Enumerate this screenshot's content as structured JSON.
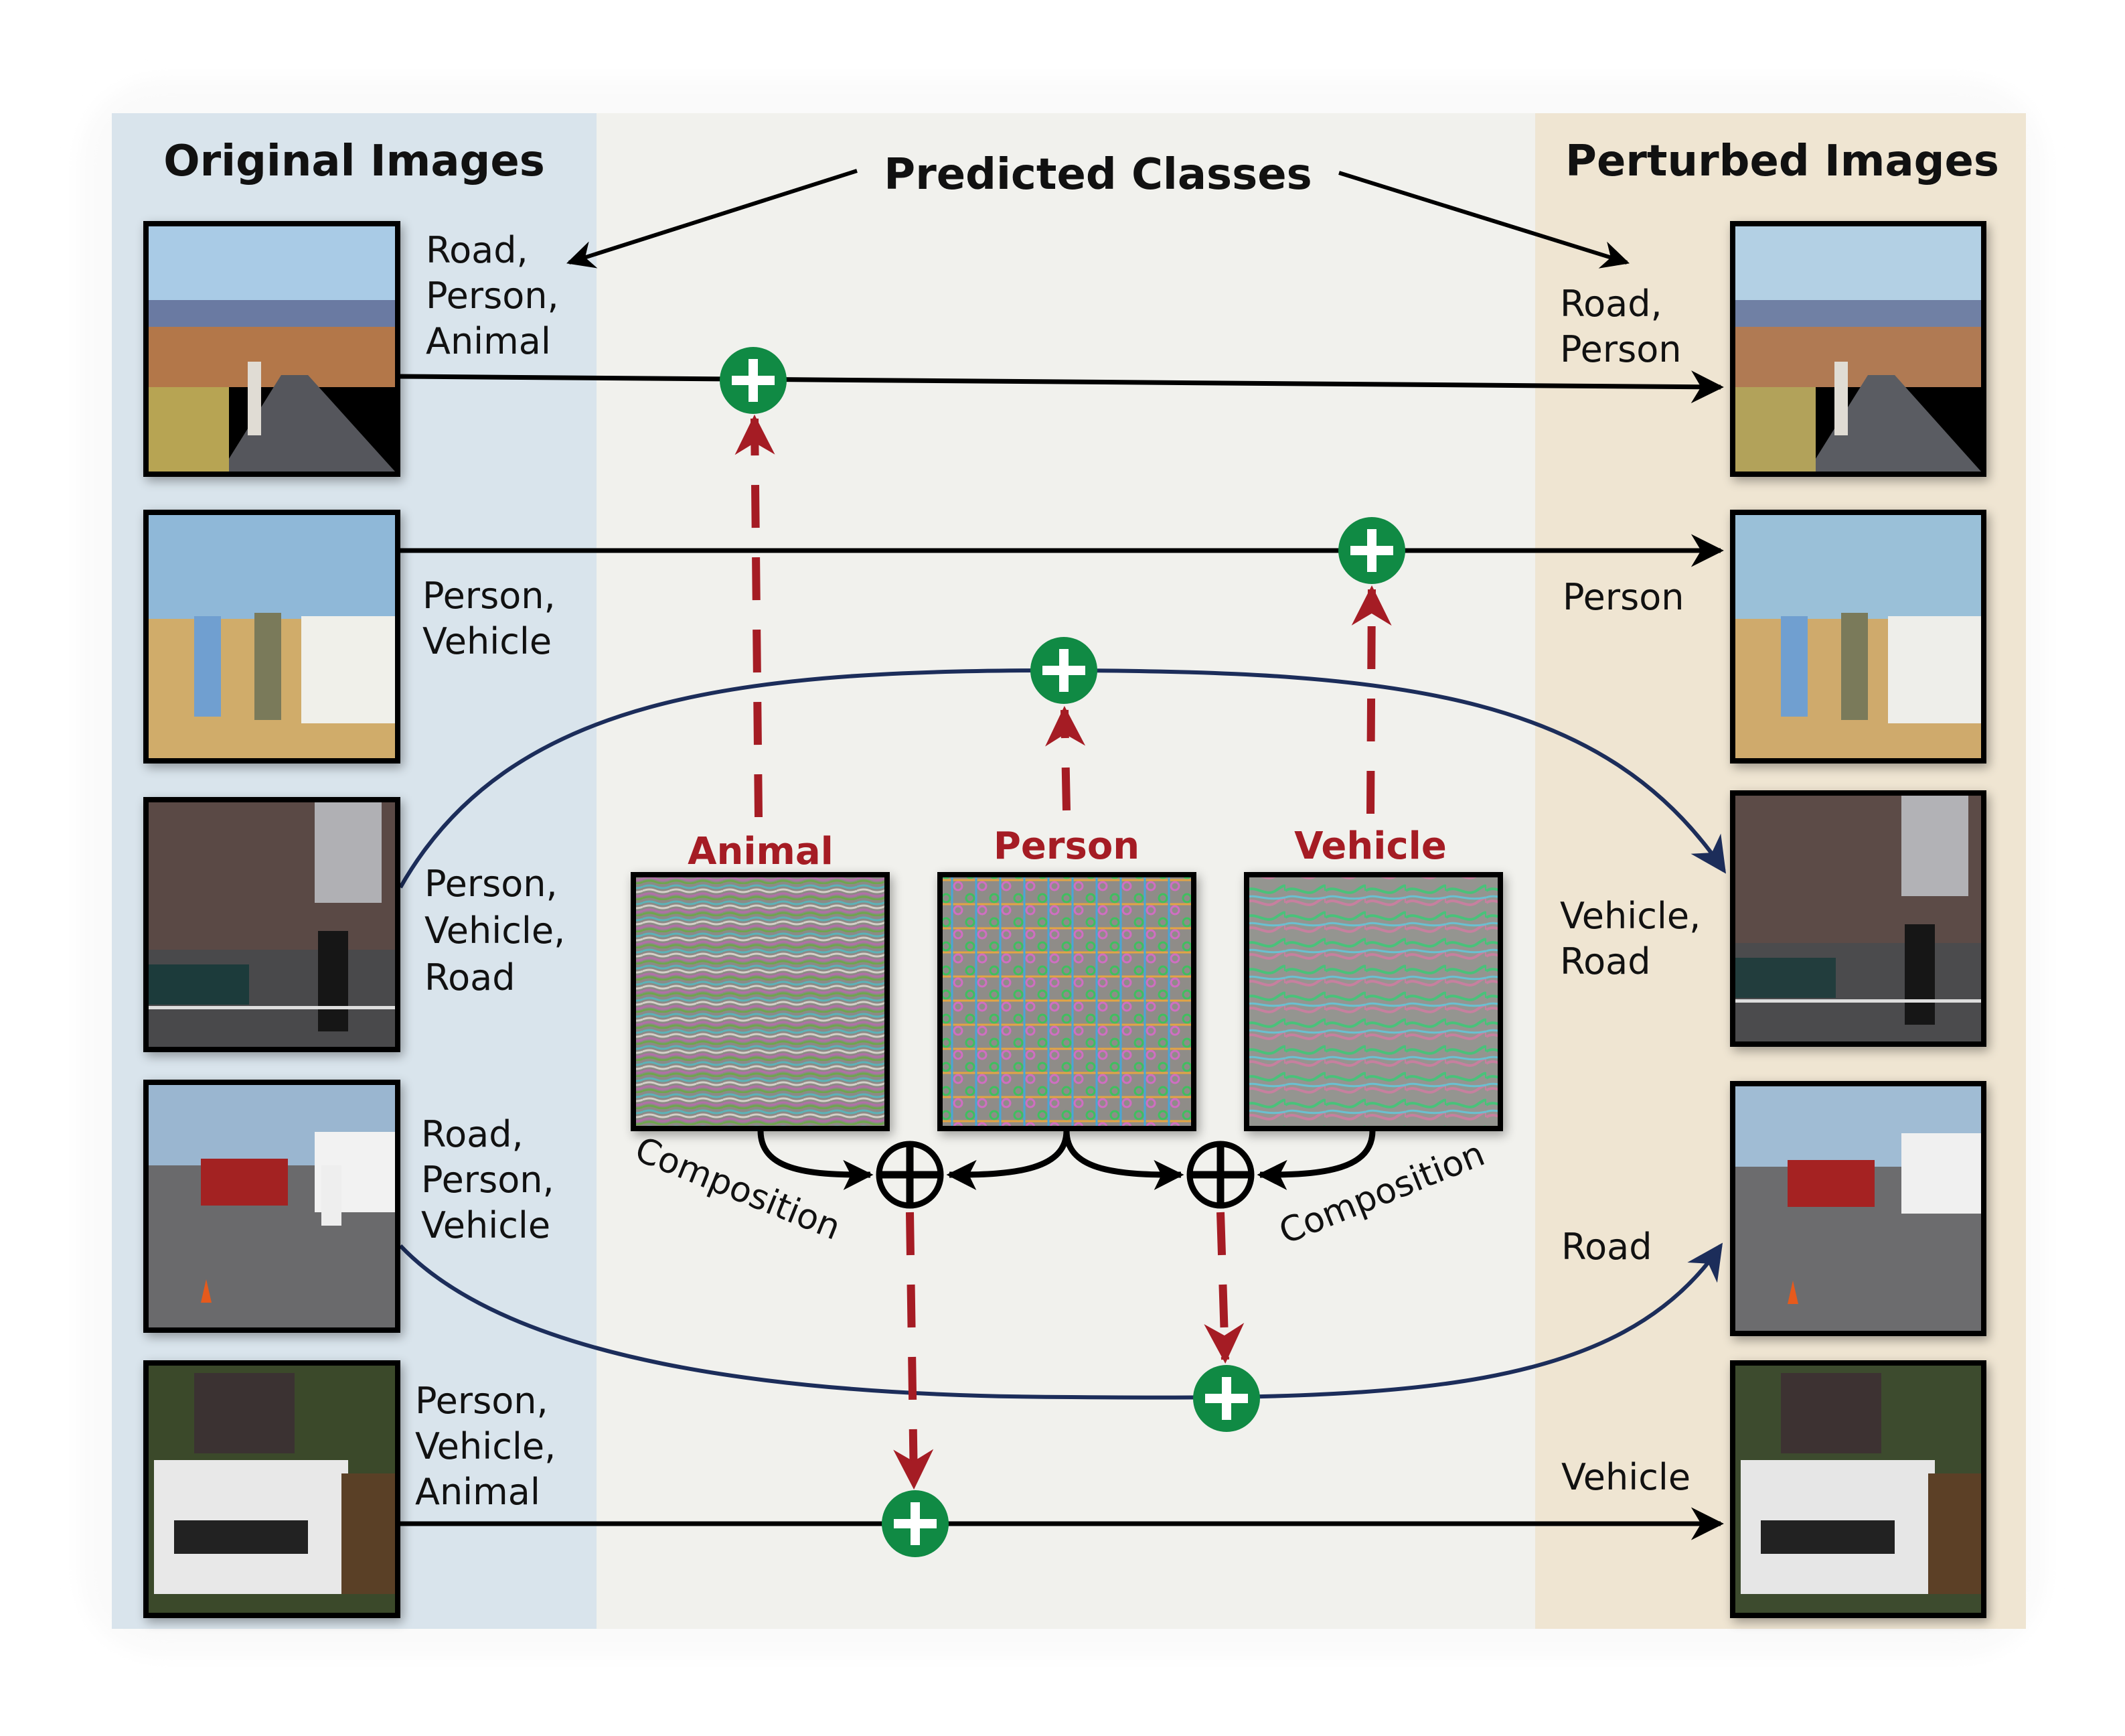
{
  "colors": {
    "left_panel": "#d9e4ec",
    "middle_panel": "#f1f1ed",
    "right_panel": "#efe5d2",
    "accent_red": "#a51c24",
    "add_green": "#108a44",
    "curve_navy": "#1c2d5a",
    "line_black": "#000000"
  },
  "headers": {
    "original": "Original Images",
    "predicted": "Predicted Classes",
    "perturbed": "Perturbed Images"
  },
  "perturbations": [
    {
      "label": "Animal"
    },
    {
      "label": "Person"
    },
    {
      "label": "Vehicle"
    }
  ],
  "composition_label": "Composition",
  "rows": [
    {
      "original_scene": "rider on horse on rural road",
      "original_classes": [
        "Road,",
        "Person,",
        "Animal"
      ],
      "perturbed_classes": [
        "Road,",
        "Person"
      ],
      "added_perturbation": "Animal"
    },
    {
      "original_scene": "two men next to white SUV in desert",
      "original_classes": [
        "Person,",
        "Vehicle"
      ],
      "perturbed_classes": [
        "Person"
      ],
      "added_perturbation": "Vehicle"
    },
    {
      "original_scene": "man crossing city street",
      "original_classes": [
        "Person,",
        "Vehicle,",
        "Road"
      ],
      "perturbed_classes": [
        "Vehicle,",
        "Road"
      ],
      "added_perturbation": "Person"
    },
    {
      "original_scene": "accident scene on highway with emergency vehicles",
      "original_classes": [
        "Road,",
        "Person,",
        "Vehicle"
      ],
      "perturbed_classes": [
        "Road"
      ],
      "added_perturbation": "Person + Vehicle"
    },
    {
      "original_scene": "people on white SUV with bear",
      "original_classes": [
        "Person,",
        "Vehicle,",
        "Animal"
      ],
      "perturbed_classes": [
        "Vehicle"
      ],
      "added_perturbation": "Animal + Person"
    }
  ]
}
